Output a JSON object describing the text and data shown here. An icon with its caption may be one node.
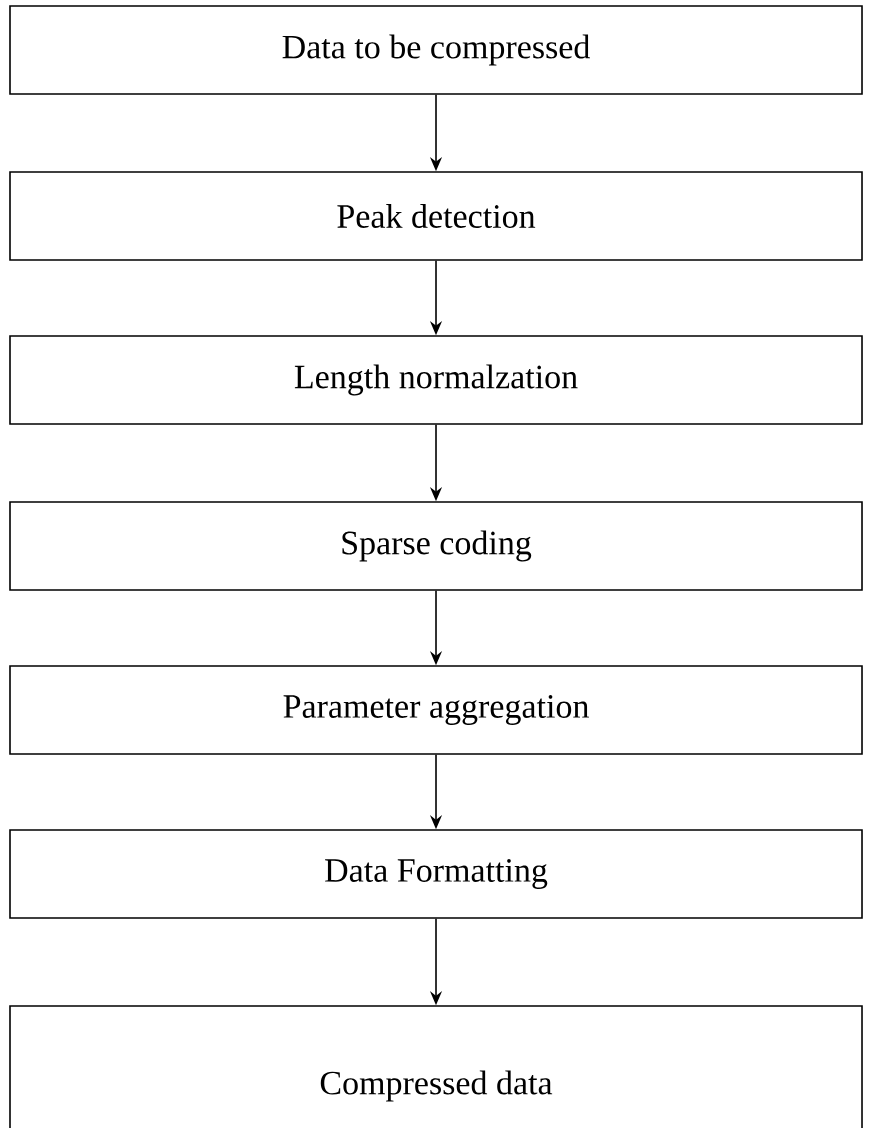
{
  "diagram": {
    "nodes": [
      {
        "text": [
          "Data to be compressed"
        ]
      },
      {
        "text": [
          "Peak detection"
        ]
      },
      {
        "text": [
          "Length normalzation"
        ]
      },
      {
        "text": [
          "Sparse coding"
        ]
      },
      {
        "text": [
          "Parameter aggregation"
        ]
      },
      {
        "text": [
          "Data Formatting"
        ]
      },
      {
        "text": [
          "Compressed data"
        ]
      }
    ],
    "edges": [
      {
        "from": 0,
        "to": 1,
        "arrow": "to"
      },
      {
        "from": 1,
        "to": 2,
        "arrow": "to"
      },
      {
        "from": 2,
        "to": 3,
        "arrow": "to"
      },
      {
        "from": 3,
        "to": 4,
        "arrow": "to"
      },
      {
        "from": 4,
        "to": 5,
        "arrow": "to"
      },
      {
        "from": 5,
        "to": 6,
        "arrow": "to"
      }
    ]
  }
}
